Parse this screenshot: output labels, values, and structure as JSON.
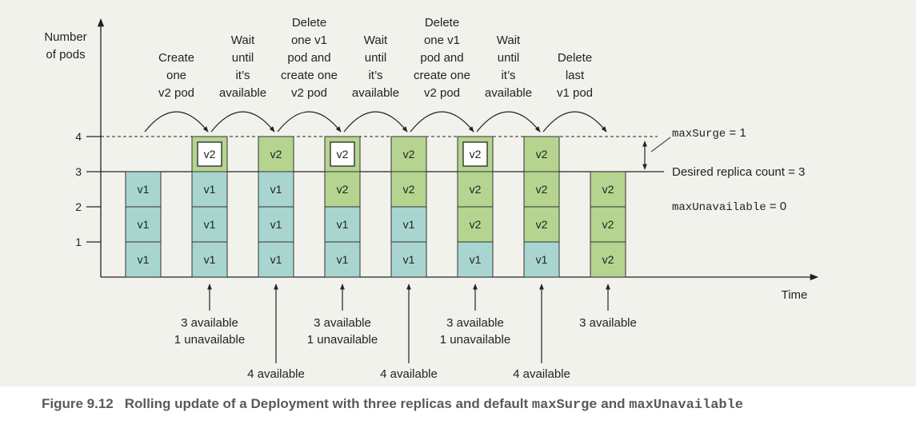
{
  "axes": {
    "y_title_lines": [
      "Number",
      "of pods"
    ],
    "x_title": "Time",
    "y_ticks": [
      "1",
      "2",
      "3",
      "4"
    ]
  },
  "steps": [
    {
      "lines": [
        "Create",
        "one",
        "v2 pod"
      ]
    },
    {
      "lines": [
        "Wait",
        "until",
        "it’s",
        "available"
      ]
    },
    {
      "lines": [
        "Delete",
        "one v1",
        "pod and",
        "create one",
        "v2 pod"
      ]
    },
    {
      "lines": [
        "Wait",
        "until",
        "it’s",
        "available"
      ]
    },
    {
      "lines": [
        "Delete",
        "one v1",
        "pod and",
        "create one",
        "v2 pod"
      ]
    },
    {
      "lines": [
        "Wait",
        "until",
        "it’s",
        "available"
      ]
    },
    {
      "lines": [
        "Delete",
        "last",
        "v1 pod"
      ]
    }
  ],
  "columns": [
    {
      "pods": [
        "v1",
        "v1",
        "v1"
      ],
      "surge": null,
      "status": []
    },
    {
      "pods": [
        "v1",
        "v1",
        "v1"
      ],
      "surge": "v2",
      "surge_style": "new",
      "status": [
        "3 available",
        "1 unavailable"
      ]
    },
    {
      "pods": [
        "v1",
        "v1",
        "v1"
      ],
      "surge": "v2",
      "surge_style": "ready",
      "status": [
        "4 available"
      ]
    },
    {
      "pods": [
        "v1",
        "v1",
        "v2"
      ],
      "surge": "v2",
      "surge_style": "new",
      "status": [
        "3 available",
        "1 unavailable"
      ]
    },
    {
      "pods": [
        "v1",
        "v1",
        "v2"
      ],
      "surge": "v2",
      "surge_style": "ready",
      "status": [
        "4 available"
      ]
    },
    {
      "pods": [
        "v1",
        "v2",
        "v2"
      ],
      "surge": "v2",
      "surge_style": "new",
      "status": [
        "3 available",
        "1 unavailable"
      ]
    },
    {
      "pods": [
        "v1",
        "v2",
        "v2"
      ],
      "surge": "v2",
      "surge_style": "ready",
      "status": [
        "4 available"
      ]
    },
    {
      "pods": [
        "v2",
        "v2",
        "v2"
      ],
      "surge": null,
      "status": [
        "3 available"
      ]
    }
  ],
  "annotations": {
    "max_surge_code": "maxSurge",
    "max_surge_value": " = 1",
    "desired": "Desired replica count = 3",
    "max_unavailable_code": "maxUnavailable",
    "max_unavailable_value": " = 0"
  },
  "caption": {
    "figure_number": "Figure 9.12",
    "text_before": "Rolling update of a Deployment with three replicas and default ",
    "code1": "maxSurge",
    "text_and": " and ",
    "code2": "maxUnavailable"
  },
  "colors": {
    "panel": "#f2f2ec",
    "v1_fill": "#a8d5d0",
    "v2_fill": "#b5d48f",
    "text": "#222222",
    "axis": "#222222"
  }
}
